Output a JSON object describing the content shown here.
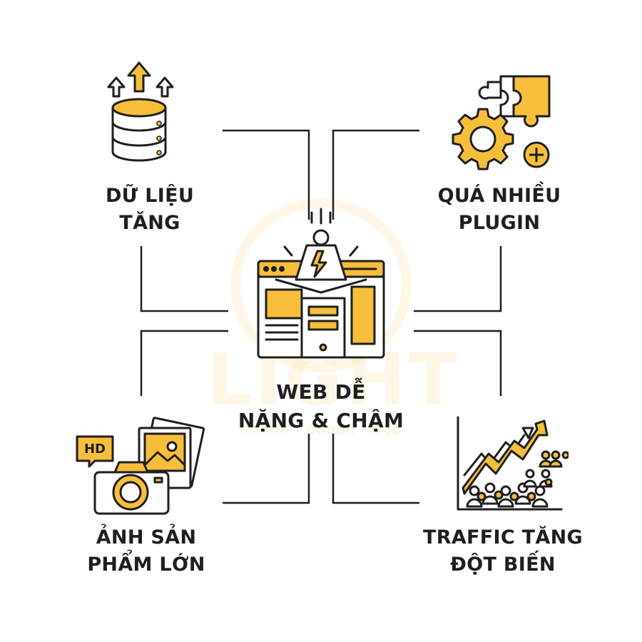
{
  "colors": {
    "accent": "#F6BE3B",
    "line": "#1f1f1f",
    "background": "#ffffff"
  },
  "watermark": {
    "brand": "LIGHT",
    "tagline": "Nhanh - Chuẩn - Đẹp"
  },
  "center": {
    "icon": "website-lamp-icon",
    "line1": "WEB DỄ",
    "line2": "NẶNG & CHẬM"
  },
  "items": [
    {
      "icon": "database-arrows-icon",
      "line1": "DỮ LIỆU",
      "line2": "TĂNG"
    },
    {
      "icon": "puzzle-gear-plus-icon",
      "line1": "QUÁ NHIỀU",
      "line2": "PLUGIN"
    },
    {
      "icon": "camera-hd-photos-icon",
      "line1": "ẢNH SẢN",
      "line2": "PHẨM LỚN"
    },
    {
      "icon": "traffic-growth-chart-icon",
      "line1": "TRAFFIC TĂNG",
      "line2": "ĐỘT BIẾN"
    }
  ]
}
